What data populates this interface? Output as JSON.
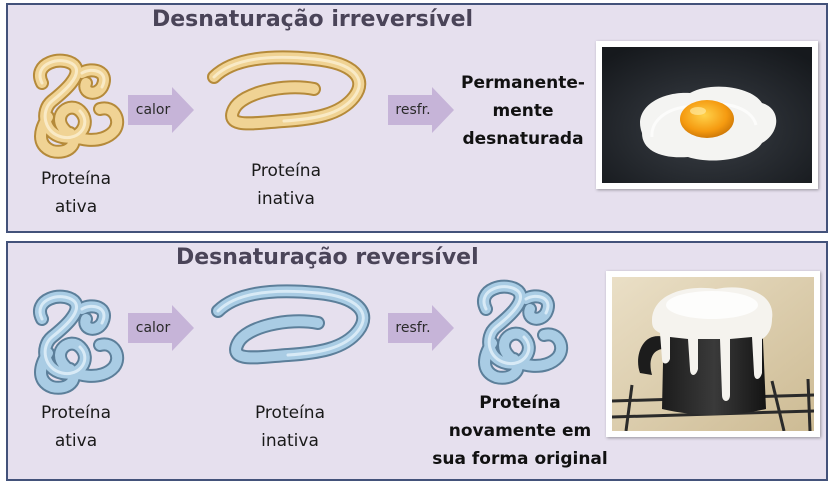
{
  "irreversible": {
    "title": "Desnaturação irreversível",
    "active_caption": "Proteína\nativa",
    "heat_label": "calor",
    "inactive_caption": "Proteína\ninativa",
    "cool_label": "resfr.",
    "result_caption": "Permanente-\nmente\ndesnaturada"
  },
  "reversible": {
    "title": "Desnaturação reversível",
    "active_caption": "Proteína\nativa",
    "heat_label": "calor",
    "inactive_caption": "Proteína\ninativa",
    "cool_label": "resfr.",
    "result_caption": "Proteína\nnovamente em\nsua forma original"
  },
  "colors": {
    "panel_bg": "#e6e0ee",
    "panel_border": "#43527a",
    "arrow_fill": "#c6b4d8",
    "protein_denatured": "#f0d394",
    "protein_native": "#a9cce4"
  }
}
